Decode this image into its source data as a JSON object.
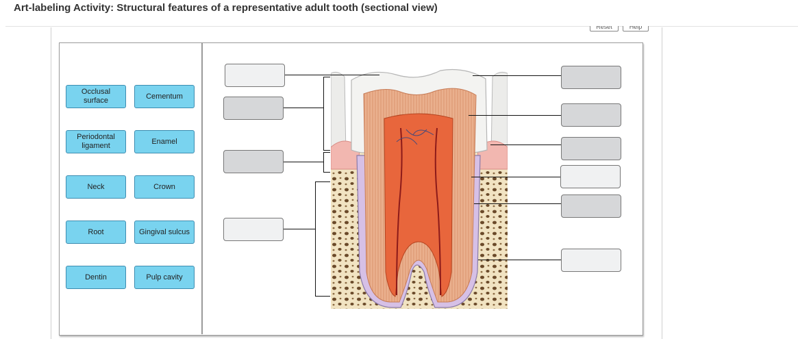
{
  "activity": {
    "title": "Art-labeling Activity: Structural features of a representative adult tooth (sectional view)"
  },
  "toolbar": {
    "reset_label": "Reset",
    "help_label": "Help"
  },
  "label_bank": [
    "Occlusal surface",
    "Cementum",
    "Periodontal ligament",
    "Enamel",
    "Neck",
    "Crown",
    "Root",
    "Gingival sulcus",
    "Dentin",
    "Pulp cavity"
  ],
  "colors": {
    "label_fill": "#79d3ef",
    "label_border": "#3c8cb0",
    "drop_light": "#f0f1f2",
    "drop_dark": "#d6d7d9",
    "enamel": "#f3f3f1",
    "dentin": "#e9b08e",
    "pulp": "#e8663c",
    "bone": "#f1e3c2",
    "gum": "#f2b7b0"
  }
}
